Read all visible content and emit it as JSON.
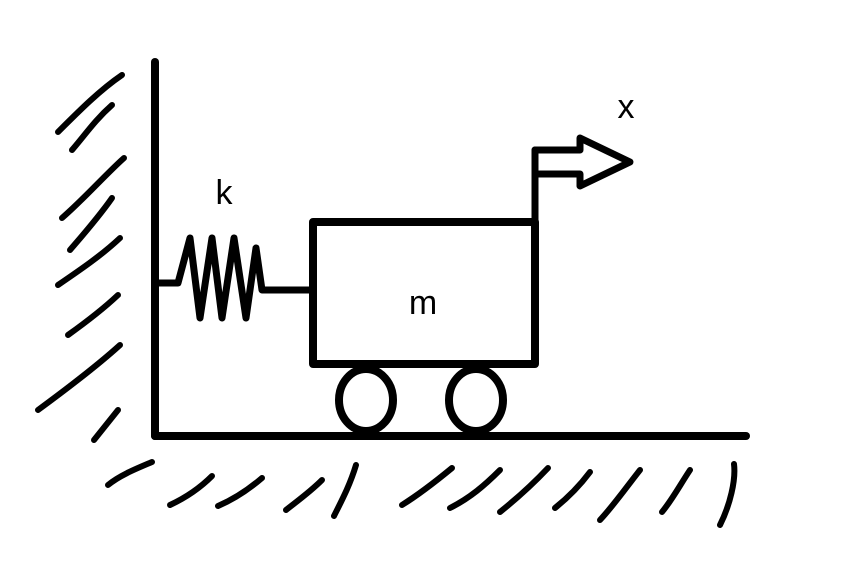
{
  "labels": {
    "spring": "k",
    "mass": "m",
    "displacement": "x"
  },
  "colors": {
    "ink": "#000000",
    "background": "#ffffff"
  }
}
